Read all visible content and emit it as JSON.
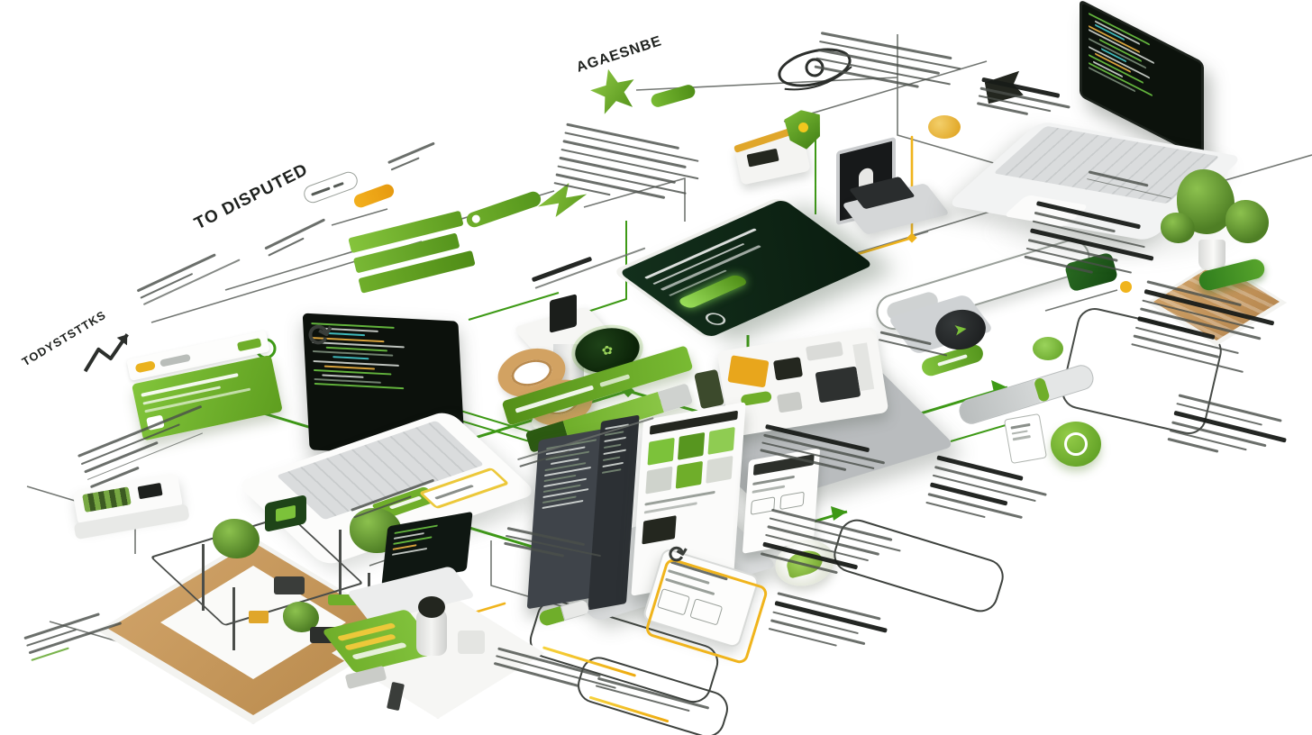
{
  "diagram": {
    "title_top_left": "TO DISPUTED",
    "title_top_center": "AGAESNBE",
    "title_mid_left": "TODYSTSTTKS"
  },
  "palette": {
    "background": "#FFFFFF",
    "accent_green": "#6FAE2A",
    "connector_green": "#3E9A16",
    "connector_grey": "#585D58",
    "connector_yellow": "#F0B41C",
    "dark_terminal_card": "#0E2013",
    "wood_base": "#C99E67"
  }
}
